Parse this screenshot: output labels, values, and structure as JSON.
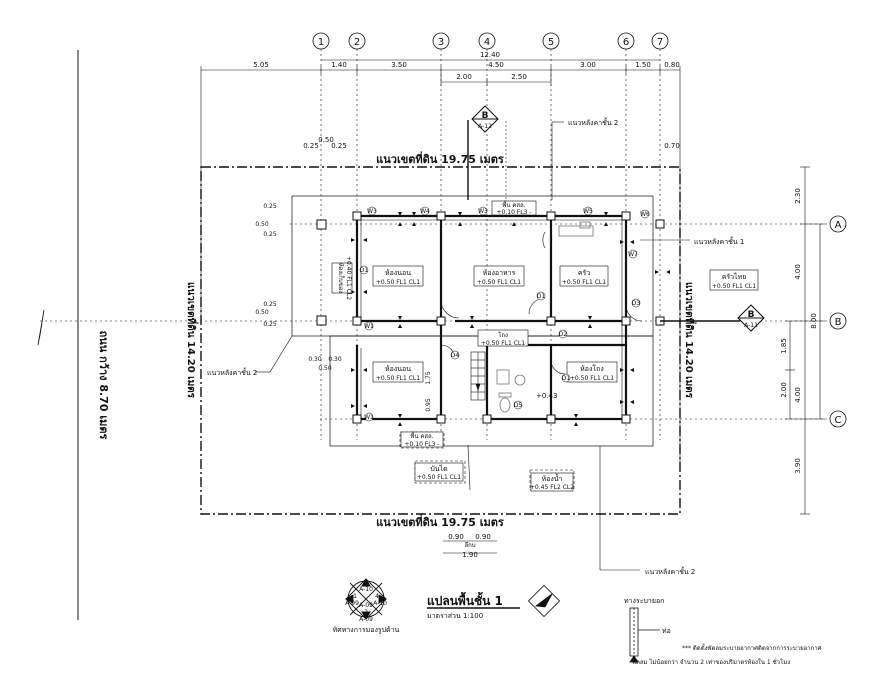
{
  "grid_labels": [
    "1",
    "2",
    "3",
    "4",
    "5",
    "6",
    "7"
  ],
  "row_labels": [
    "A",
    "B",
    "C"
  ],
  "dimensions_top": {
    "total": "12.40",
    "segments": [
      "5.05",
      "1.40",
      "3.50",
      "4.50",
      "3.00",
      "1.50",
      "0.80"
    ],
    "sub_segments": [
      "2.00",
      "2.50"
    ],
    "small_a": "0.50",
    "small_b": "0.25",
    "small_c": "0.25",
    "right_top": "0.70"
  },
  "dimensions_right": {
    "segments": [
      "2.30",
      "4.00",
      "4.00",
      "3.90"
    ],
    "total": "8.00",
    "sub": [
      "1.85",
      "2.00"
    ]
  },
  "dimensions_bottom": {
    "parts": [
      "0.90",
      "0.90"
    ],
    "total": "1.90",
    "label": "ลึกบ"
  },
  "dimensions_left": {
    "values": [
      "0.25",
      "0.50",
      "0.25",
      "0.50",
      "0.25",
      "0.25",
      "0.30",
      "0.30",
      "0.50"
    ]
  },
  "boundary_labels": {
    "top": "แนวเขตที่ดิน  19.75  เมตร",
    "bottom": "แนวเขตที่ดิน  19.75  เมตร",
    "left": "แนวเขตที่ดิน  14.20  เมตร",
    "right": "แนวเขตที่ดิน  14.20  เมตร",
    "road": "ถนน  กว้าง  8.70  เมตร"
  },
  "roof_line_labels": [
    "แนวหลังคาชั้น  2",
    "แนวหลังคาชั้น  1",
    "แนวหลังคาชั้น  2",
    "แนวหลังคาชั้น  2"
  ],
  "section_markers": [
    {
      "letter": "B",
      "sheet": "A-12"
    },
    {
      "letter": "B",
      "sheet": "A-11"
    }
  ],
  "rooms": [
    {
      "name": "ห้องนอน",
      "values": "+0.50  FL1  CL1"
    },
    {
      "name": "ห้องอาหาร",
      "values": "+0.50  FL1  CL1"
    },
    {
      "name": "ครัว",
      "values": "+0.50  FL1  CL1"
    },
    {
      "name": "ครัวไทย",
      "values": "+0.50  FL1  CL1"
    },
    {
      "name": "ห้องนอน",
      "values": "+0.50  FL1  CL1"
    },
    {
      "name": "ห้องโถง",
      "values": "+0.50  FL1  CL1"
    },
    {
      "name": "ห้องเก็บของ",
      "values": "+0.40  FL1  CL2"
    },
    {
      "name": "โถง",
      "values": "+0.50  FL1  CL1"
    },
    {
      "name": "บันได",
      "values": "+0.50  FL1  CL1"
    },
    {
      "name": "ห้องน้ำ",
      "values": "+0.45  FL2  CL2"
    }
  ],
  "porch_top": {
    "name": "พื้น  คสล.",
    "values": "+0.10  FL3  -"
  },
  "porch_bottom": {
    "name": "พื้น  คสล.",
    "values": "+0.10  FL3  -"
  },
  "small_levels": [
    "+0.43"
  ],
  "inner_dims": [
    "1.75",
    "0.95"
  ],
  "door_tags": [
    "D1",
    "D1",
    "D2",
    "D3",
    "D4",
    "D5",
    "D1"
  ],
  "window_tags": [
    "W3",
    "W4",
    "W3",
    "W5",
    "W6",
    "W1",
    "W1",
    "W7"
  ],
  "legend": {
    "numbers": [
      "3",
      "1",
      "2",
      "4"
    ],
    "sheets": [
      "A-10",
      "A-09",
      "A-09",
      "A-10",
      "A-09"
    ],
    "caption": "ทิศทางการมองรูปด้าน"
  },
  "title": {
    "main": "แปลนพื้นชั้น  1",
    "scale": "มาตราส่วน  1:100"
  },
  "drainage": {
    "label_top": "ทางระบายอก",
    "label_pipe": "ท่อ",
    "note1": "*** ติดตั้งพัดลมระบายอากาศติดจากการระบายอากาศ",
    "note2": "พัดลม  ไม่น้อยกว่า  จำนวน 2  เท่าของปริมาตรห้องใน  1  ชั่วโมง"
  },
  "colors": {
    "line": "#111111",
    "paper": "#ffffff",
    "fixture": "#777777"
  }
}
